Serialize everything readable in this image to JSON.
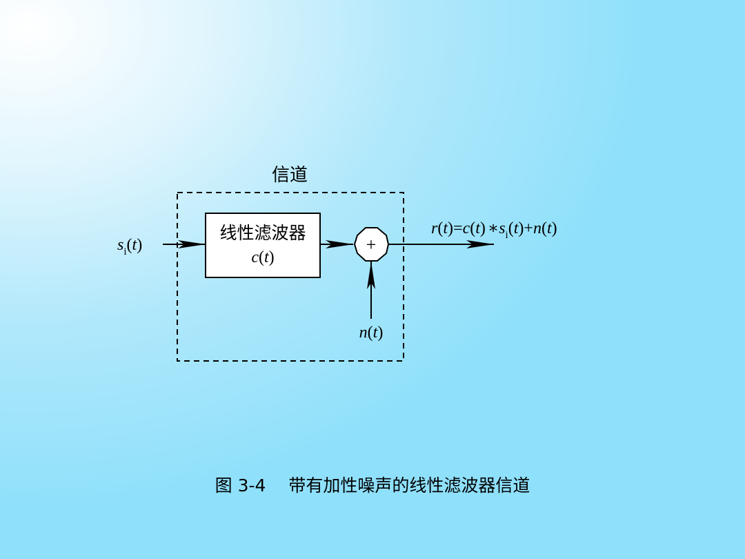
{
  "channel_label": "信道",
  "filter": {
    "name": "线性滤波器",
    "response_func": "c",
    "response_arg": "t"
  },
  "adder_symbol": "+",
  "input": {
    "func": "s",
    "sub": "i",
    "arg": "t"
  },
  "noise": {
    "func": "n",
    "arg": "t"
  },
  "output_expr": {
    "r": "r",
    "c": "c",
    "op": "∗",
    "s": "s",
    "sub": "i",
    "plus": "+",
    "n": "n",
    "t": "t",
    "eq": "="
  },
  "caption": "图 3-4　 带有加性噪声的线性滤波器信道"
}
